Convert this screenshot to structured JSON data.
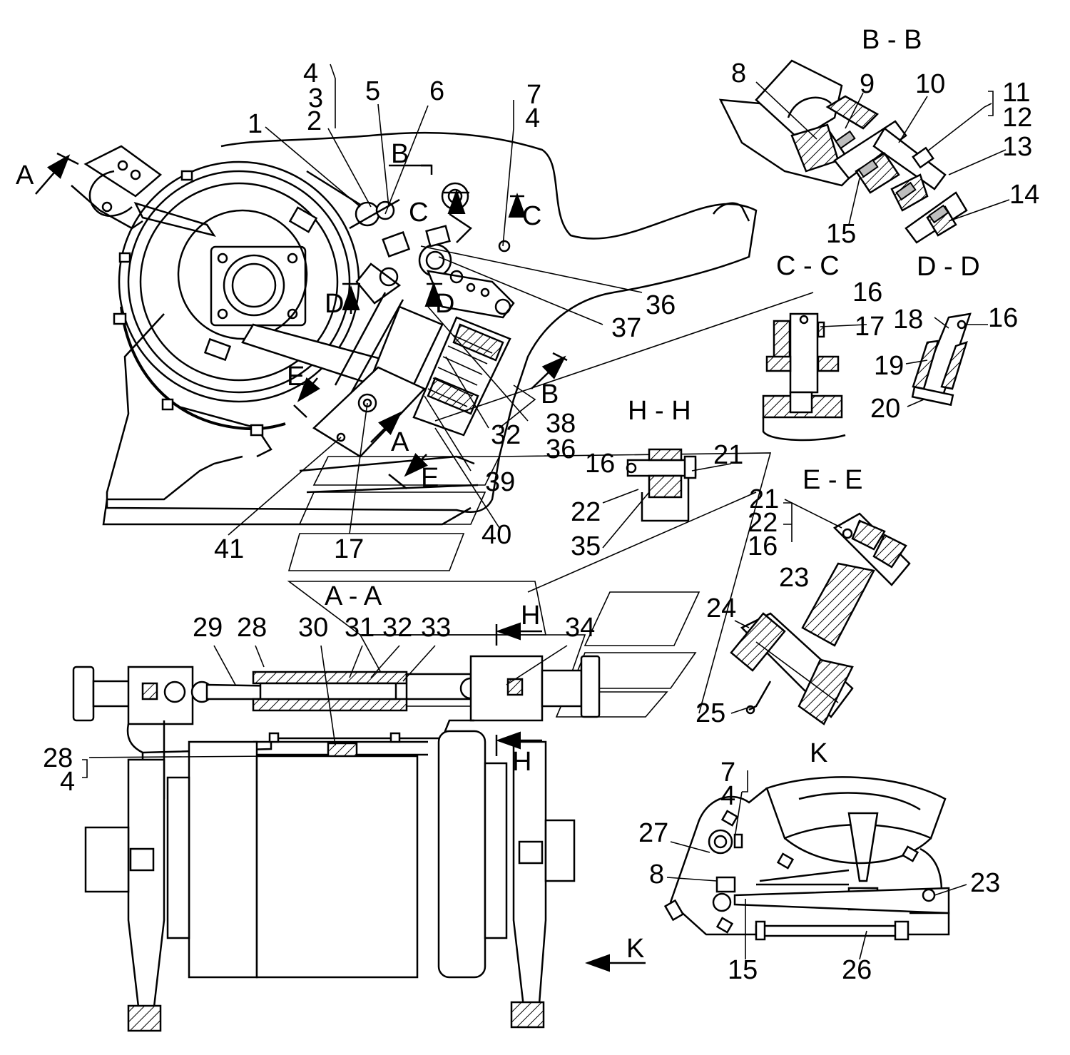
{
  "sections": {
    "bb": "B - B",
    "cc": "C - C",
    "dd": "D - D",
    "hh": "H - H",
    "ee": "E - E",
    "aa": "A - A",
    "k": "K"
  },
  "callouts": {
    "main": [
      "1",
      "2",
      "3",
      "4",
      "5",
      "6",
      "7",
      "4",
      "36",
      "37",
      "38",
      "36",
      "32",
      "39",
      "40",
      "17",
      "41"
    ],
    "bb": [
      "8",
      "9",
      "10",
      "11",
      "12",
      "13",
      "14",
      "15"
    ],
    "cc": [
      "16",
      "17"
    ],
    "dd": [
      "16",
      "18",
      "19",
      "20"
    ],
    "hh": [
      "16",
      "21",
      "22",
      "35"
    ],
    "ee": [
      "21",
      "22",
      "16",
      "23",
      "24",
      "25"
    ],
    "aa": [
      "29",
      "28",
      "30",
      "31",
      "32",
      "33",
      "34",
      "28",
      "4"
    ],
    "k": [
      "7",
      "4",
      "27",
      "8",
      "23",
      "15",
      "26"
    ]
  },
  "view_markers": {
    "A": "A",
    "B": "B",
    "C": "C",
    "D": "D",
    "E": "E",
    "H": "H",
    "K": "K"
  }
}
